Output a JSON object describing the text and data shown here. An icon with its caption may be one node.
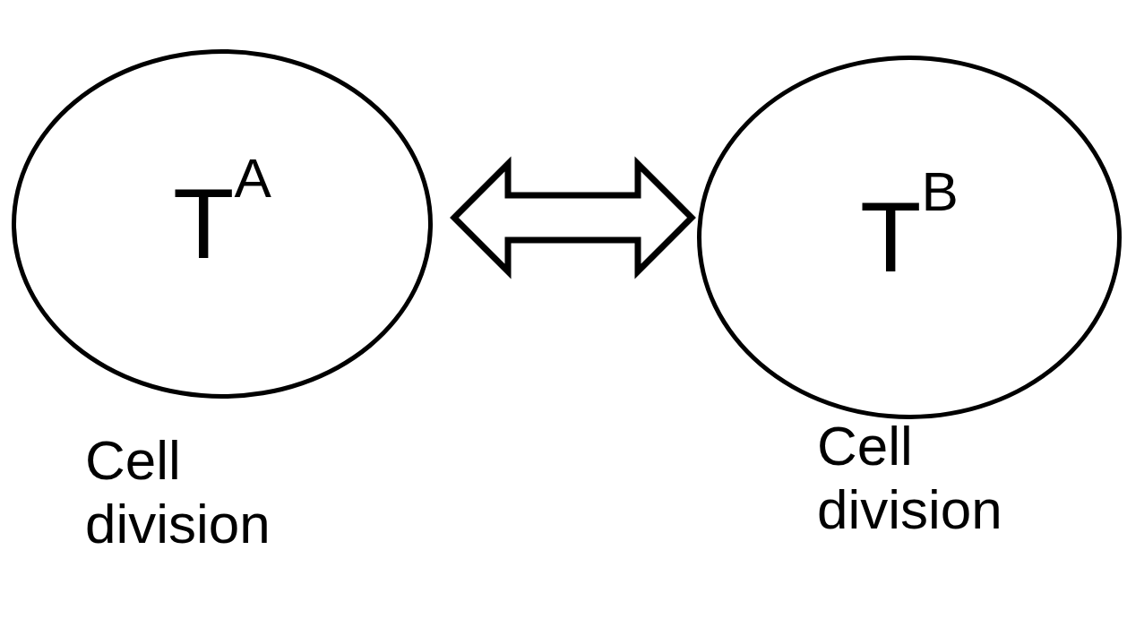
{
  "diagram": {
    "nodes": [
      {
        "text": [
          "T$^{A}$"
        ],
        "beside": [
          "Cell division"
        ]
      },
      {
        "text": [
          "T$^{B}$"
        ],
        "beside": [
          "Cell division"
        ]
      }
    ],
    "edges": [
      {
        "from": 0,
        "to": 1,
        "arrow": "both"
      }
    ]
  }
}
